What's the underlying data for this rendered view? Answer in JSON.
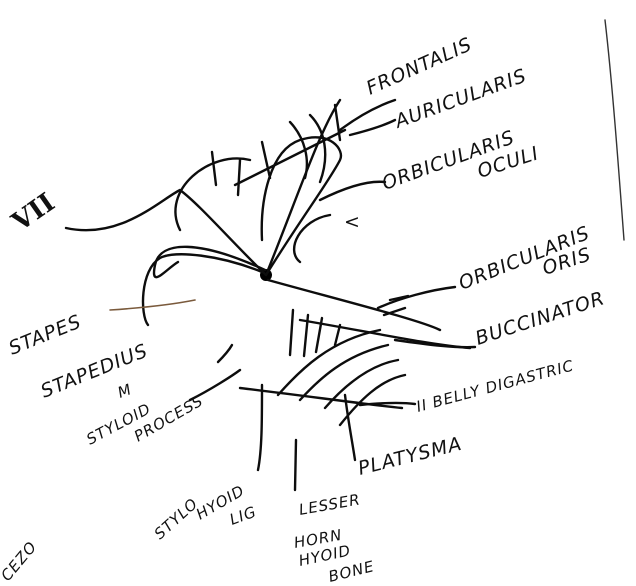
{
  "nerve_label": "VII",
  "center_label": "<",
  "labels": {
    "frontalis": "FRONTALIS",
    "auricularis": "AURICULARIS",
    "orbicularis_oculi_1": "ORBICULARIS",
    "orbicularis_oculi_2": "OCULI",
    "orbicularis_oris_1": "ORBICULARIS",
    "orbicularis_oris_2": "ORIS",
    "buccinator": "BUCCINATOR",
    "belly_digastric": "II BELLY DIGASTRIC",
    "platysma": "PLATYSMA",
    "stapes": "STAPES",
    "stapedius_1": "STAPEDIUS",
    "stapedius_2": "M",
    "styloid_1": "STYLOID",
    "styloid_2": "PROCESS",
    "stylohyoid_1": "STYLO",
    "stylohyoid_2": "HYOID",
    "stylohyoid_3": "LIG",
    "lesser_horn": "LESSER",
    "horn_1": "HORN",
    "horn_2": "HYOID",
    "horn_3": "BONE",
    "corner": "CEZO"
  }
}
